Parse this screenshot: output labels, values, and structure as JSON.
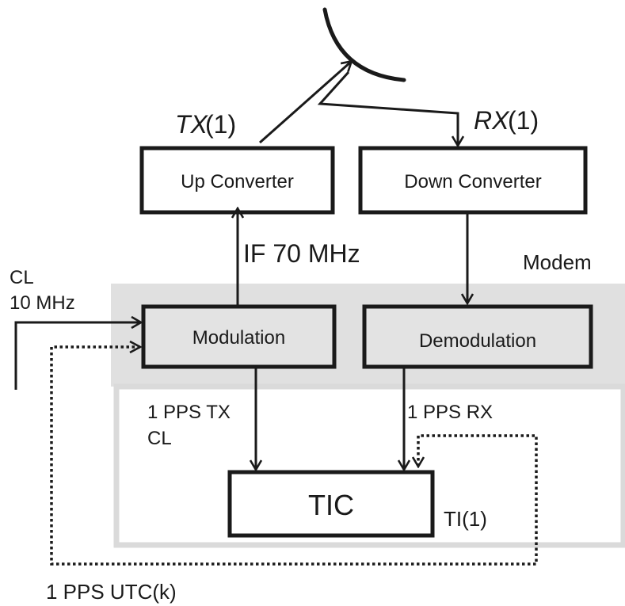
{
  "colors": {
    "stroke": "#1a1a1a",
    "modem_region": "#e0e0e0",
    "module_fill": "#ffffff",
    "modem_block_fill": "#e3e3e3",
    "background": "#ffffff"
  },
  "antenna": {
    "icon": "parabolic-dish"
  },
  "tx_signal": {
    "symbol": "TX",
    "index": "(1)"
  },
  "rx_signal": {
    "symbol": "RX",
    "index": "(1)"
  },
  "blocks": {
    "up_converter": "Up Converter",
    "down_converter": "Down Converter",
    "modulation": "Modulation",
    "demodulation": "Demodulation",
    "tic": "TIC"
  },
  "modem_label": "Modem",
  "if_label": "IF 70 MHz",
  "clock_input": {
    "line1": "CL",
    "line2": "10 MHz"
  },
  "pps_tx": {
    "line1": "1 PPS TX",
    "line2": "CL"
  },
  "pps_rx": "1 PPS RX",
  "ti_label": "TI(1)",
  "pps_utc": "1 PPS UTC(k)"
}
